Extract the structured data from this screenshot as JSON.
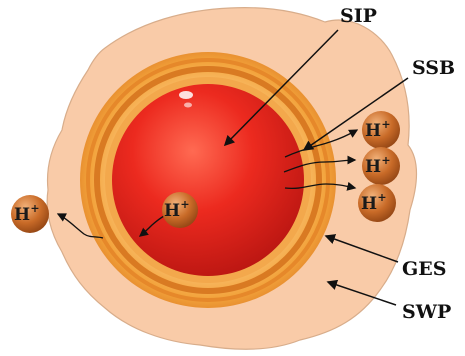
{
  "labels": {
    "sip": "SIP",
    "ssb": "SSB",
    "ges": "GES",
    "swp": "SWP"
  },
  "ion": {
    "symbol": "H",
    "charge": "+"
  },
  "colors": {
    "swelled_region": "#f9cba8",
    "swelled_outline": "#d8ad8b",
    "gel_shell": "#f2a23a",
    "shell_band": "#e07e1e",
    "core": "#e8261f",
    "ion_fill": "#b85a1c",
    "arrow": "#111111"
  }
}
